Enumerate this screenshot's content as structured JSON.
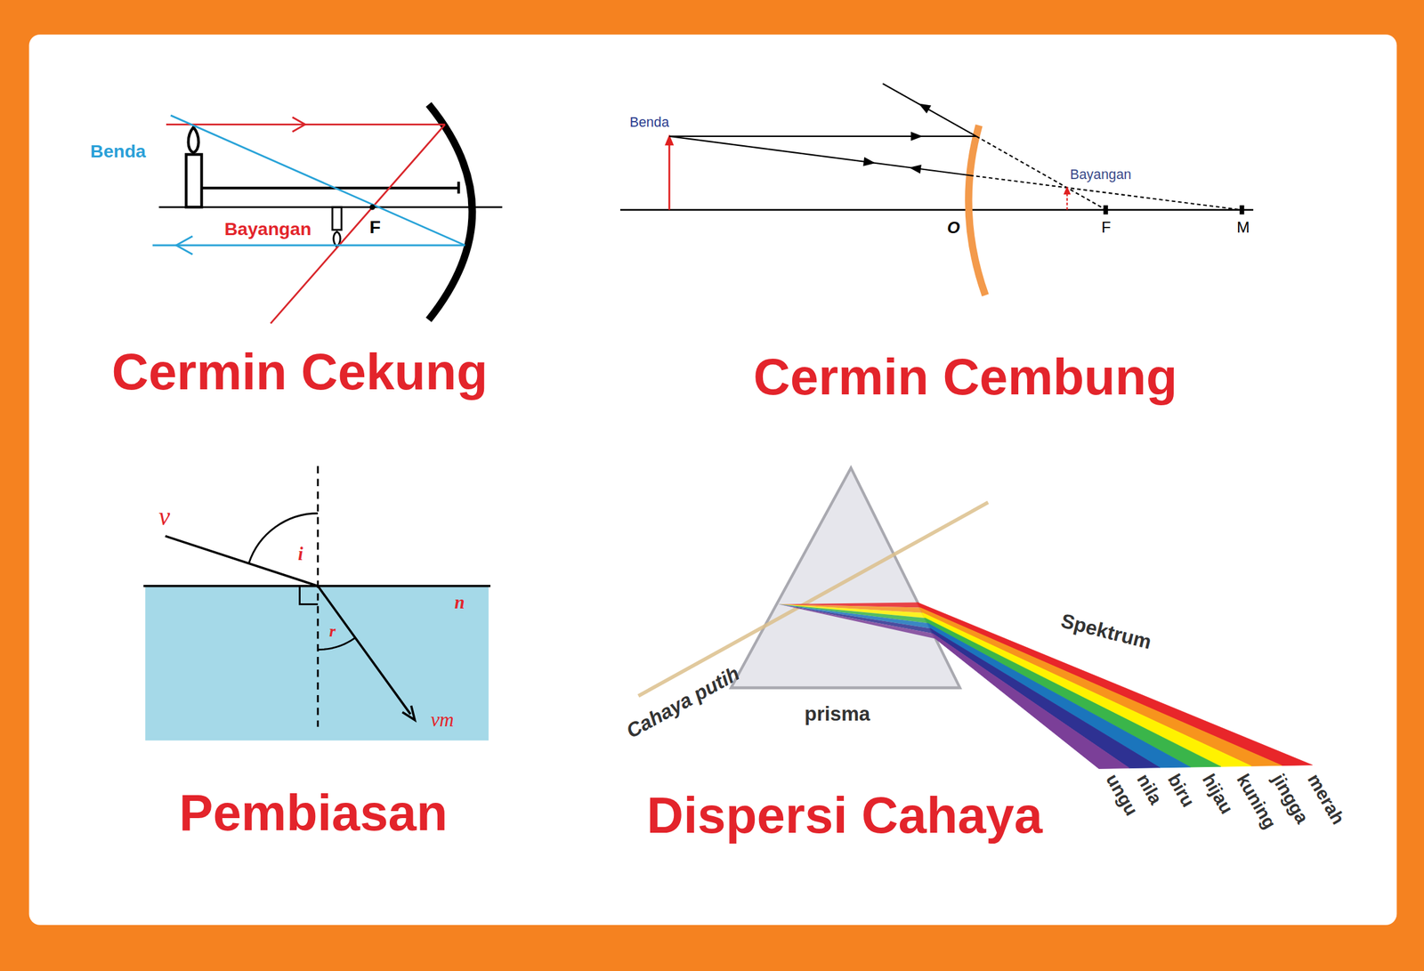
{
  "diagram": {
    "labels": [
      "Benda",
      "Bayangan",
      "F",
      "Cermin Cekung",
      "Benda",
      "Bayangan",
      "O",
      "F",
      "M",
      "Cermin Cembung",
      "v",
      "i",
      "n",
      "r",
      "vm",
      "Pembiasan",
      "Cahaya putih",
      "prisma",
      "Spektrum",
      "ungu",
      "nila",
      "biru",
      "hijau",
      "kuning",
      "jingga",
      "merah",
      "Dispersi Cahaya"
    ]
  }
}
